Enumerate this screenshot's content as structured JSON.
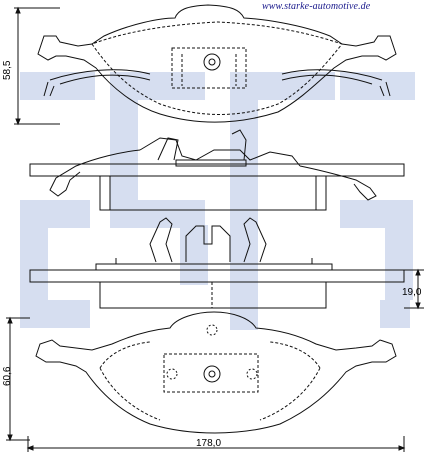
{
  "website": "www.starke-automotive.de",
  "dimensions": {
    "height_top": "58,5",
    "height_bottom": "60,6",
    "thickness": "19,0",
    "width": "178,0"
  },
  "colors": {
    "watermark": "#cfd9ee",
    "line": "#111111",
    "url_text": "#1a1a8c"
  }
}
